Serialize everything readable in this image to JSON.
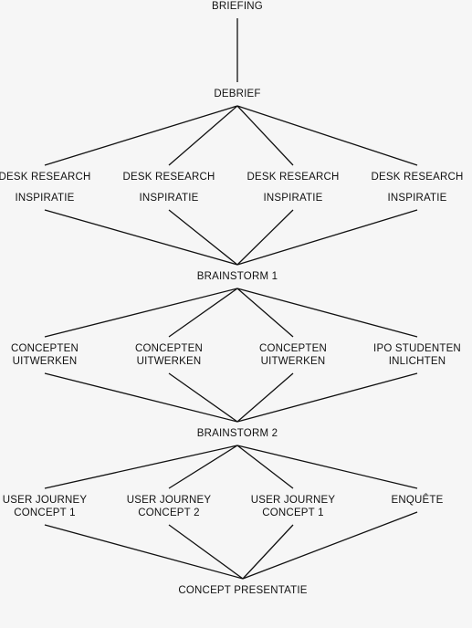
{
  "diagram": {
    "line_color": "#111111",
    "background": "#f6f6f6",
    "nodes": {
      "briefing": [
        "BRIEFING"
      ],
      "debrief": [
        "DEBRIEF"
      ],
      "desk1": [
        "DESK RESEARCH"
      ],
      "desk2": [
        "DESK RESEARCH"
      ],
      "desk3": [
        "DESK RESEARCH"
      ],
      "desk4": [
        "DESK RESEARCH"
      ],
      "insp1": [
        "INSPIRATIE"
      ],
      "insp2": [
        "INSPIRATIE"
      ],
      "insp3": [
        "INSPIRATIE"
      ],
      "insp4": [
        "INSPIRATIE"
      ],
      "brain1": [
        "BRAINSTORM 1"
      ],
      "conc1": [
        "CONCEPTEN",
        "UITWERKEN"
      ],
      "conc2": [
        "CONCEPTEN",
        "UITWERKEN"
      ],
      "conc3": [
        "CONCEPTEN",
        "UITWERKEN"
      ],
      "ipo": [
        "IPO STUDENTEN",
        "INLICHTEN"
      ],
      "brain2": [
        "BRAINSTORM 2"
      ],
      "uj1": [
        "USER JOURNEY",
        "CONCEPT 1"
      ],
      "uj2": [
        "USER JOURNEY",
        "CONCEPT 2"
      ],
      "uj3": [
        "USER JOURNEY",
        "CONCEPT 1"
      ],
      "enquete": [
        "ENQUÊTE"
      ],
      "presentatie": [
        "CONCEPT PRESENTATIE"
      ]
    },
    "edges": [
      [
        "briefing",
        "debrief"
      ],
      [
        "debrief",
        "desk1"
      ],
      [
        "debrief",
        "desk2"
      ],
      [
        "debrief",
        "desk3"
      ],
      [
        "debrief",
        "desk4"
      ],
      [
        "insp1",
        "brain1"
      ],
      [
        "insp2",
        "brain1"
      ],
      [
        "insp3",
        "brain1"
      ],
      [
        "insp4",
        "brain1"
      ],
      [
        "brain1",
        "conc1"
      ],
      [
        "brain1",
        "conc2"
      ],
      [
        "brain1",
        "conc3"
      ],
      [
        "brain1",
        "ipo"
      ],
      [
        "conc1",
        "brain2"
      ],
      [
        "conc2",
        "brain2"
      ],
      [
        "conc3",
        "brain2"
      ],
      [
        "ipo",
        "brain2"
      ],
      [
        "brain2",
        "uj1"
      ],
      [
        "brain2",
        "uj2"
      ],
      [
        "brain2",
        "uj3"
      ],
      [
        "brain2",
        "enquete"
      ],
      [
        "uj1",
        "presentatie"
      ],
      [
        "uj2",
        "presentatie"
      ],
      [
        "uj3",
        "presentatie"
      ],
      [
        "enquete",
        "presentatie"
      ]
    ]
  }
}
